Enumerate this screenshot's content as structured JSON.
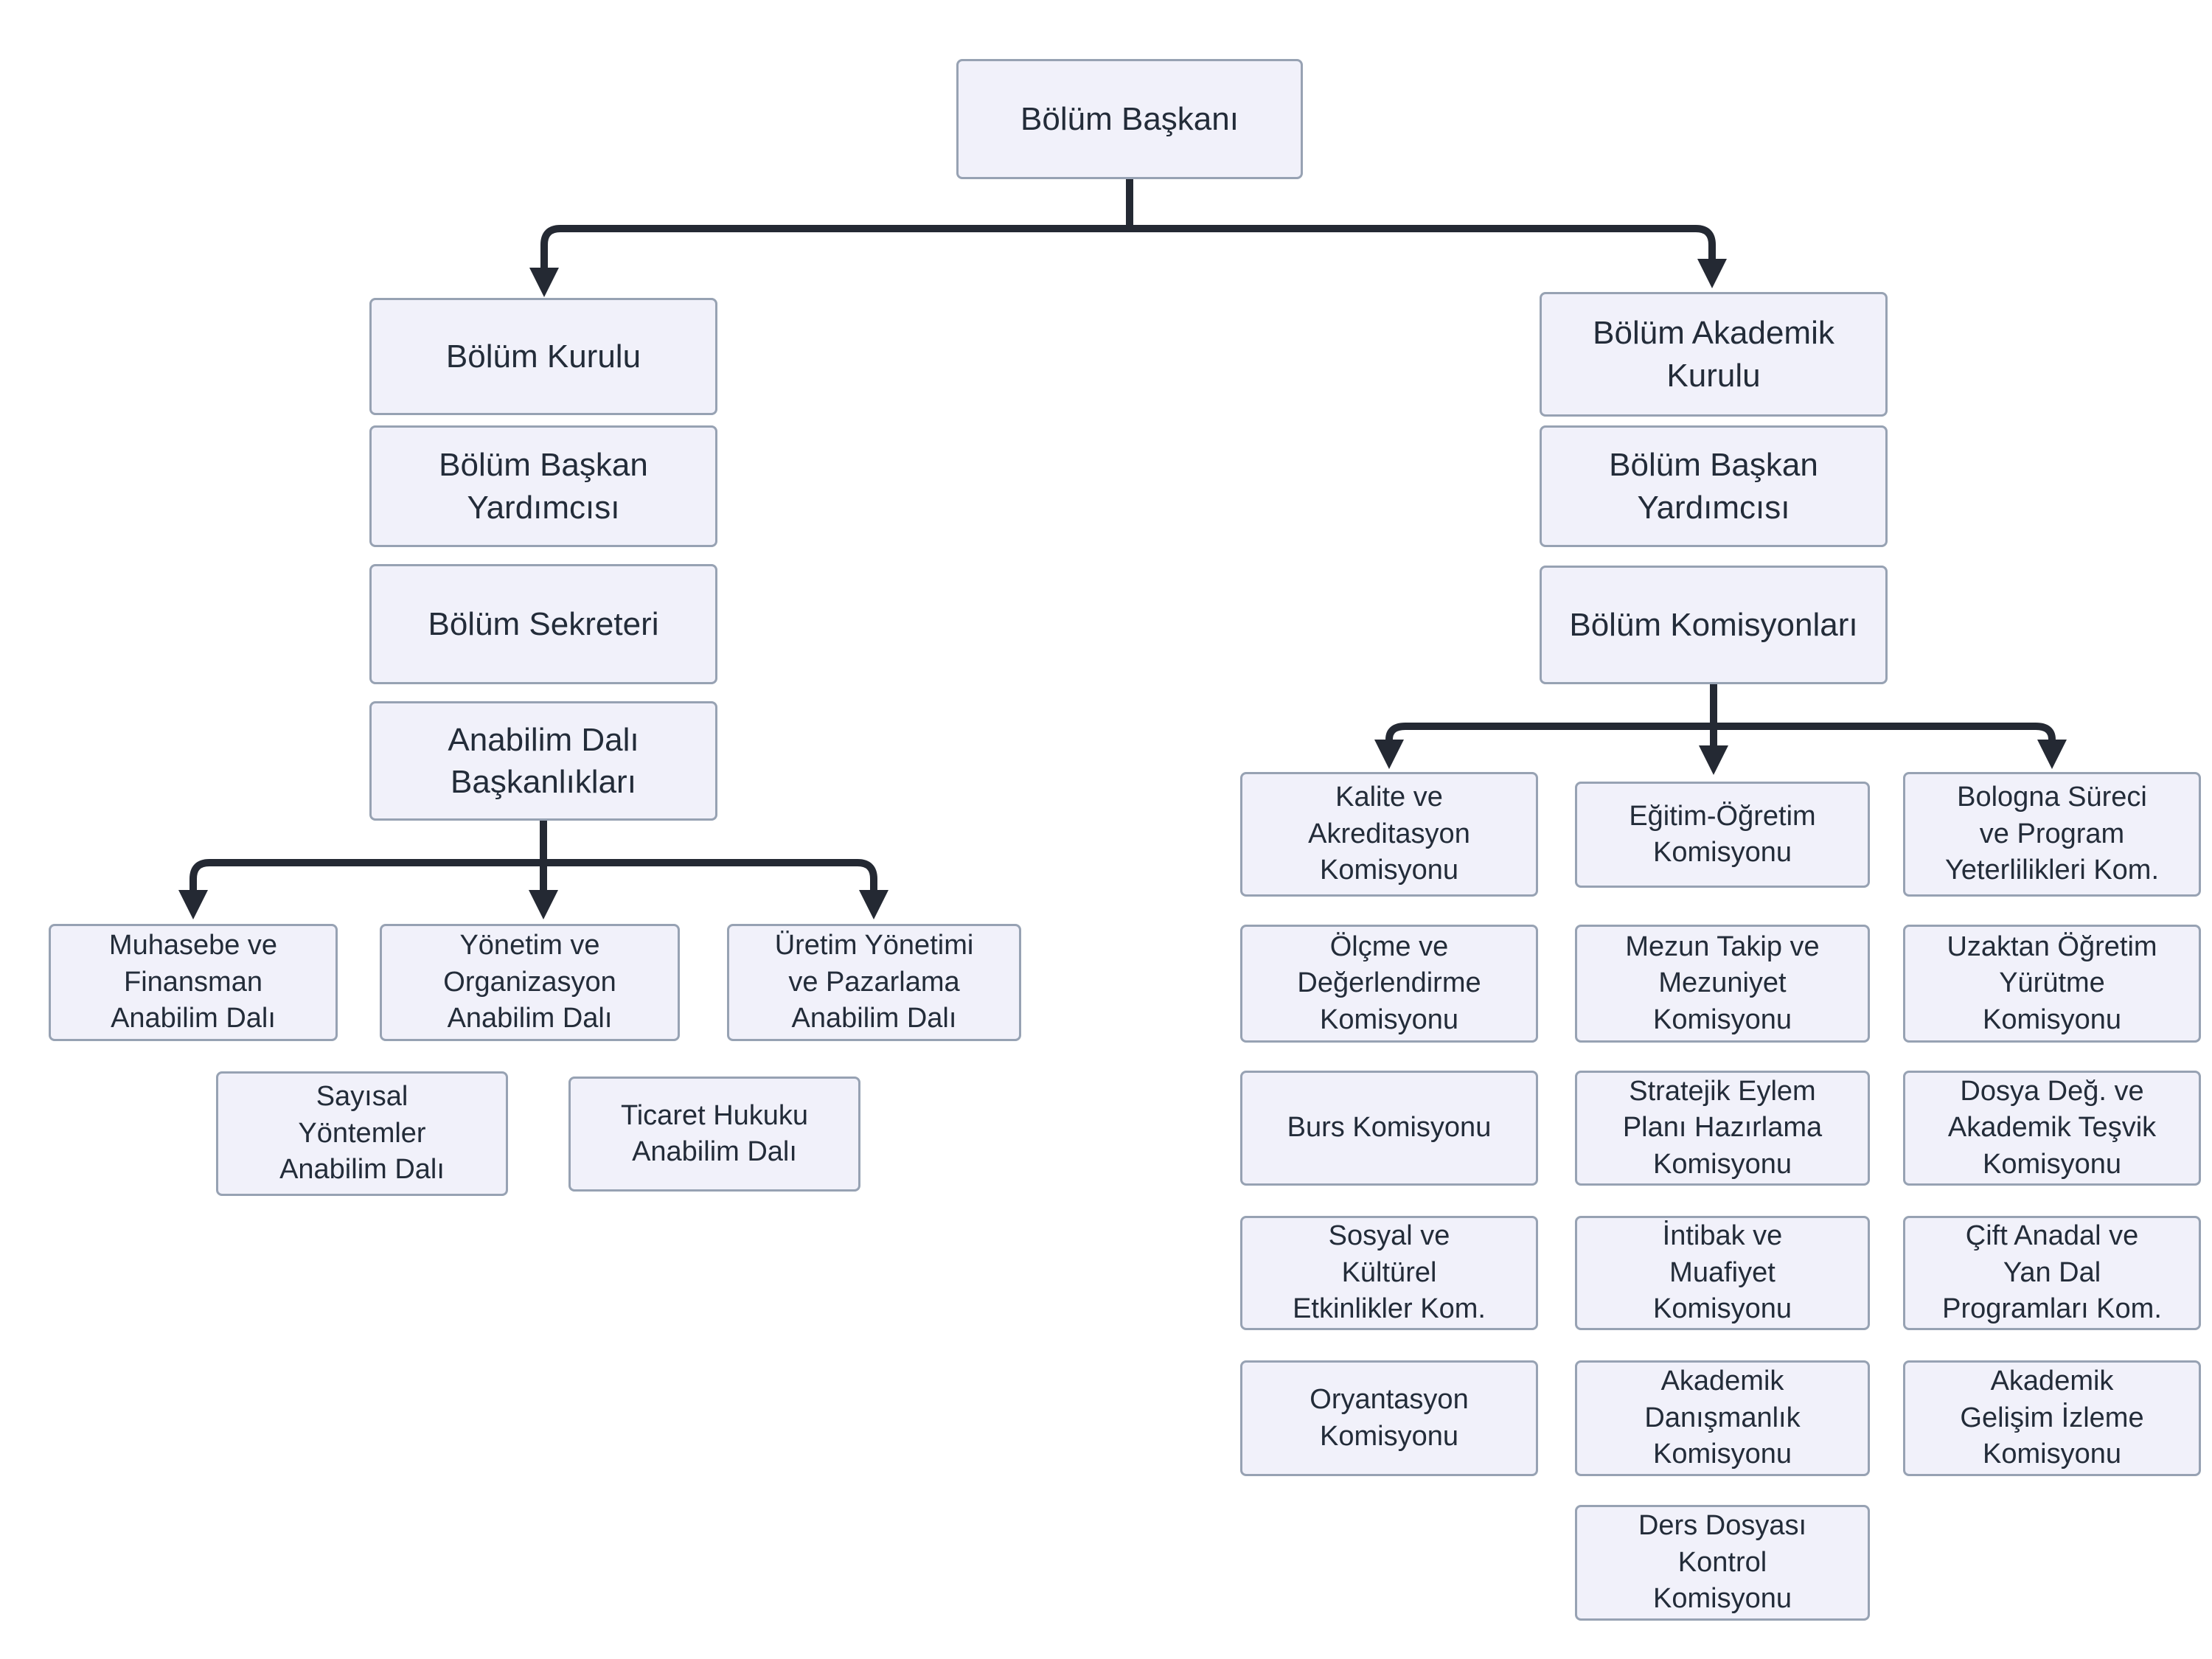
{
  "theme": {
    "node_fill": "#f1f1fa",
    "node_stroke": "#97a2b3",
    "line_color": "#242933",
    "text_color": "#232c39",
    "background": "#ffffff"
  },
  "diagram": {
    "type": "org-chart",
    "nodes": {
      "bolum_baskani": {
        "label": "Bölüm Başkanı"
      },
      "bolum_kurulu": {
        "label": "Bölüm Kurulu"
      },
      "bolum_baskan_yardimcisi_sol": {
        "label": "Bölüm Başkan\nYardımcısı"
      },
      "bolum_sekreteri": {
        "label": "Bölüm Sekreteri"
      },
      "anabilim_dali_baskanliklari": {
        "label": "Anabilim Dalı\nBaşkanlıkları"
      },
      "muhasebe_finansman": {
        "label": "Muhasebe ve\nFinansman\nAnabilim Dalı"
      },
      "yonetim_organizasyon": {
        "label": "Yönetim ve\nOrganizasyon\nAnabilim Dalı"
      },
      "uretim_pazarlama": {
        "label": "Üretim Yönetimi\nve Pazarlama\nAnabilim Dalı"
      },
      "sayisal_yontemler": {
        "label": "Sayısal\nYöntemler\nAnabilim Dalı"
      },
      "ticaret_hukuku": {
        "label": "Ticaret Hukuku\nAnabilim Dalı"
      },
      "bolum_akademik_kurulu": {
        "label": "Bölüm Akademik\nKurulu"
      },
      "bolum_baskan_yardimcisi_sag": {
        "label": "Bölüm Başkan\nYardımcısı"
      },
      "bolum_komisyonlari": {
        "label": "Bölüm Komisyonları"
      },
      "kalite_akreditasyon": {
        "label": "Kalite ve\nAkreditasyon\nKomisyonu"
      },
      "olcme_degerlendirme": {
        "label": "Ölçme ve\nDeğerlendirme\nKomisyonu"
      },
      "burs": {
        "label": "Burs Komisyonu"
      },
      "sosyal_kulturel": {
        "label": "Sosyal ve\nKültürel\nEtkinlikler Kom."
      },
      "oryantasyon": {
        "label": "Oryantasyon\nKomisyonu"
      },
      "egitim_ogretim": {
        "label": "Eğitim-Öğretim\nKomisyonu"
      },
      "mezun_takip": {
        "label": "Mezun Takip ve\nMezuniyet\nKomisyonu"
      },
      "stratejik_eylem": {
        "label": "Stratejik Eylem\nPlanı Hazırlama\nKomisyonu"
      },
      "intibak_muafiyet": {
        "label": "İntibak ve\nMuafiyet\nKomisyonu"
      },
      "akademik_danismanlik": {
        "label": "Akademik\nDanışmanlık\nKomisyonu"
      },
      "ders_dosyasi_kontrol": {
        "label": "Ders Dosyası\nKontrol\nKomisyonu"
      },
      "bologna_sureci": {
        "label": "Bologna Süreci\nve Program\nYeterlilikleri Kom."
      },
      "uzaktan_ogretim": {
        "label": "Uzaktan Öğretim\nYürütme\nKomisyonu"
      },
      "dosya_deg_tesvik": {
        "label": "Dosya Değ. ve\nAkademik Teşvik\nKomisyonu"
      },
      "cift_anadal": {
        "label": "Çift Anadal ve\nYan Dal\nProgramları Kom."
      },
      "akademik_gelisim": {
        "label": "Akademik\nGelişim İzleme\nKomisyonu"
      }
    },
    "edges": [
      {
        "from": "bolum_baskani",
        "to": [
          "bolum_kurulu",
          "bolum_akademik_kurulu"
        ]
      },
      {
        "from": "anabilim_dali_baskanliklari",
        "to": [
          "muhasebe_finansman",
          "yonetim_organizasyon",
          "uretim_pazarlama"
        ]
      },
      {
        "from": "bolum_komisyonlari",
        "to": [
          "kalite_akreditasyon",
          "egitim_ogretim",
          "bologna_sureci"
        ]
      }
    ]
  }
}
